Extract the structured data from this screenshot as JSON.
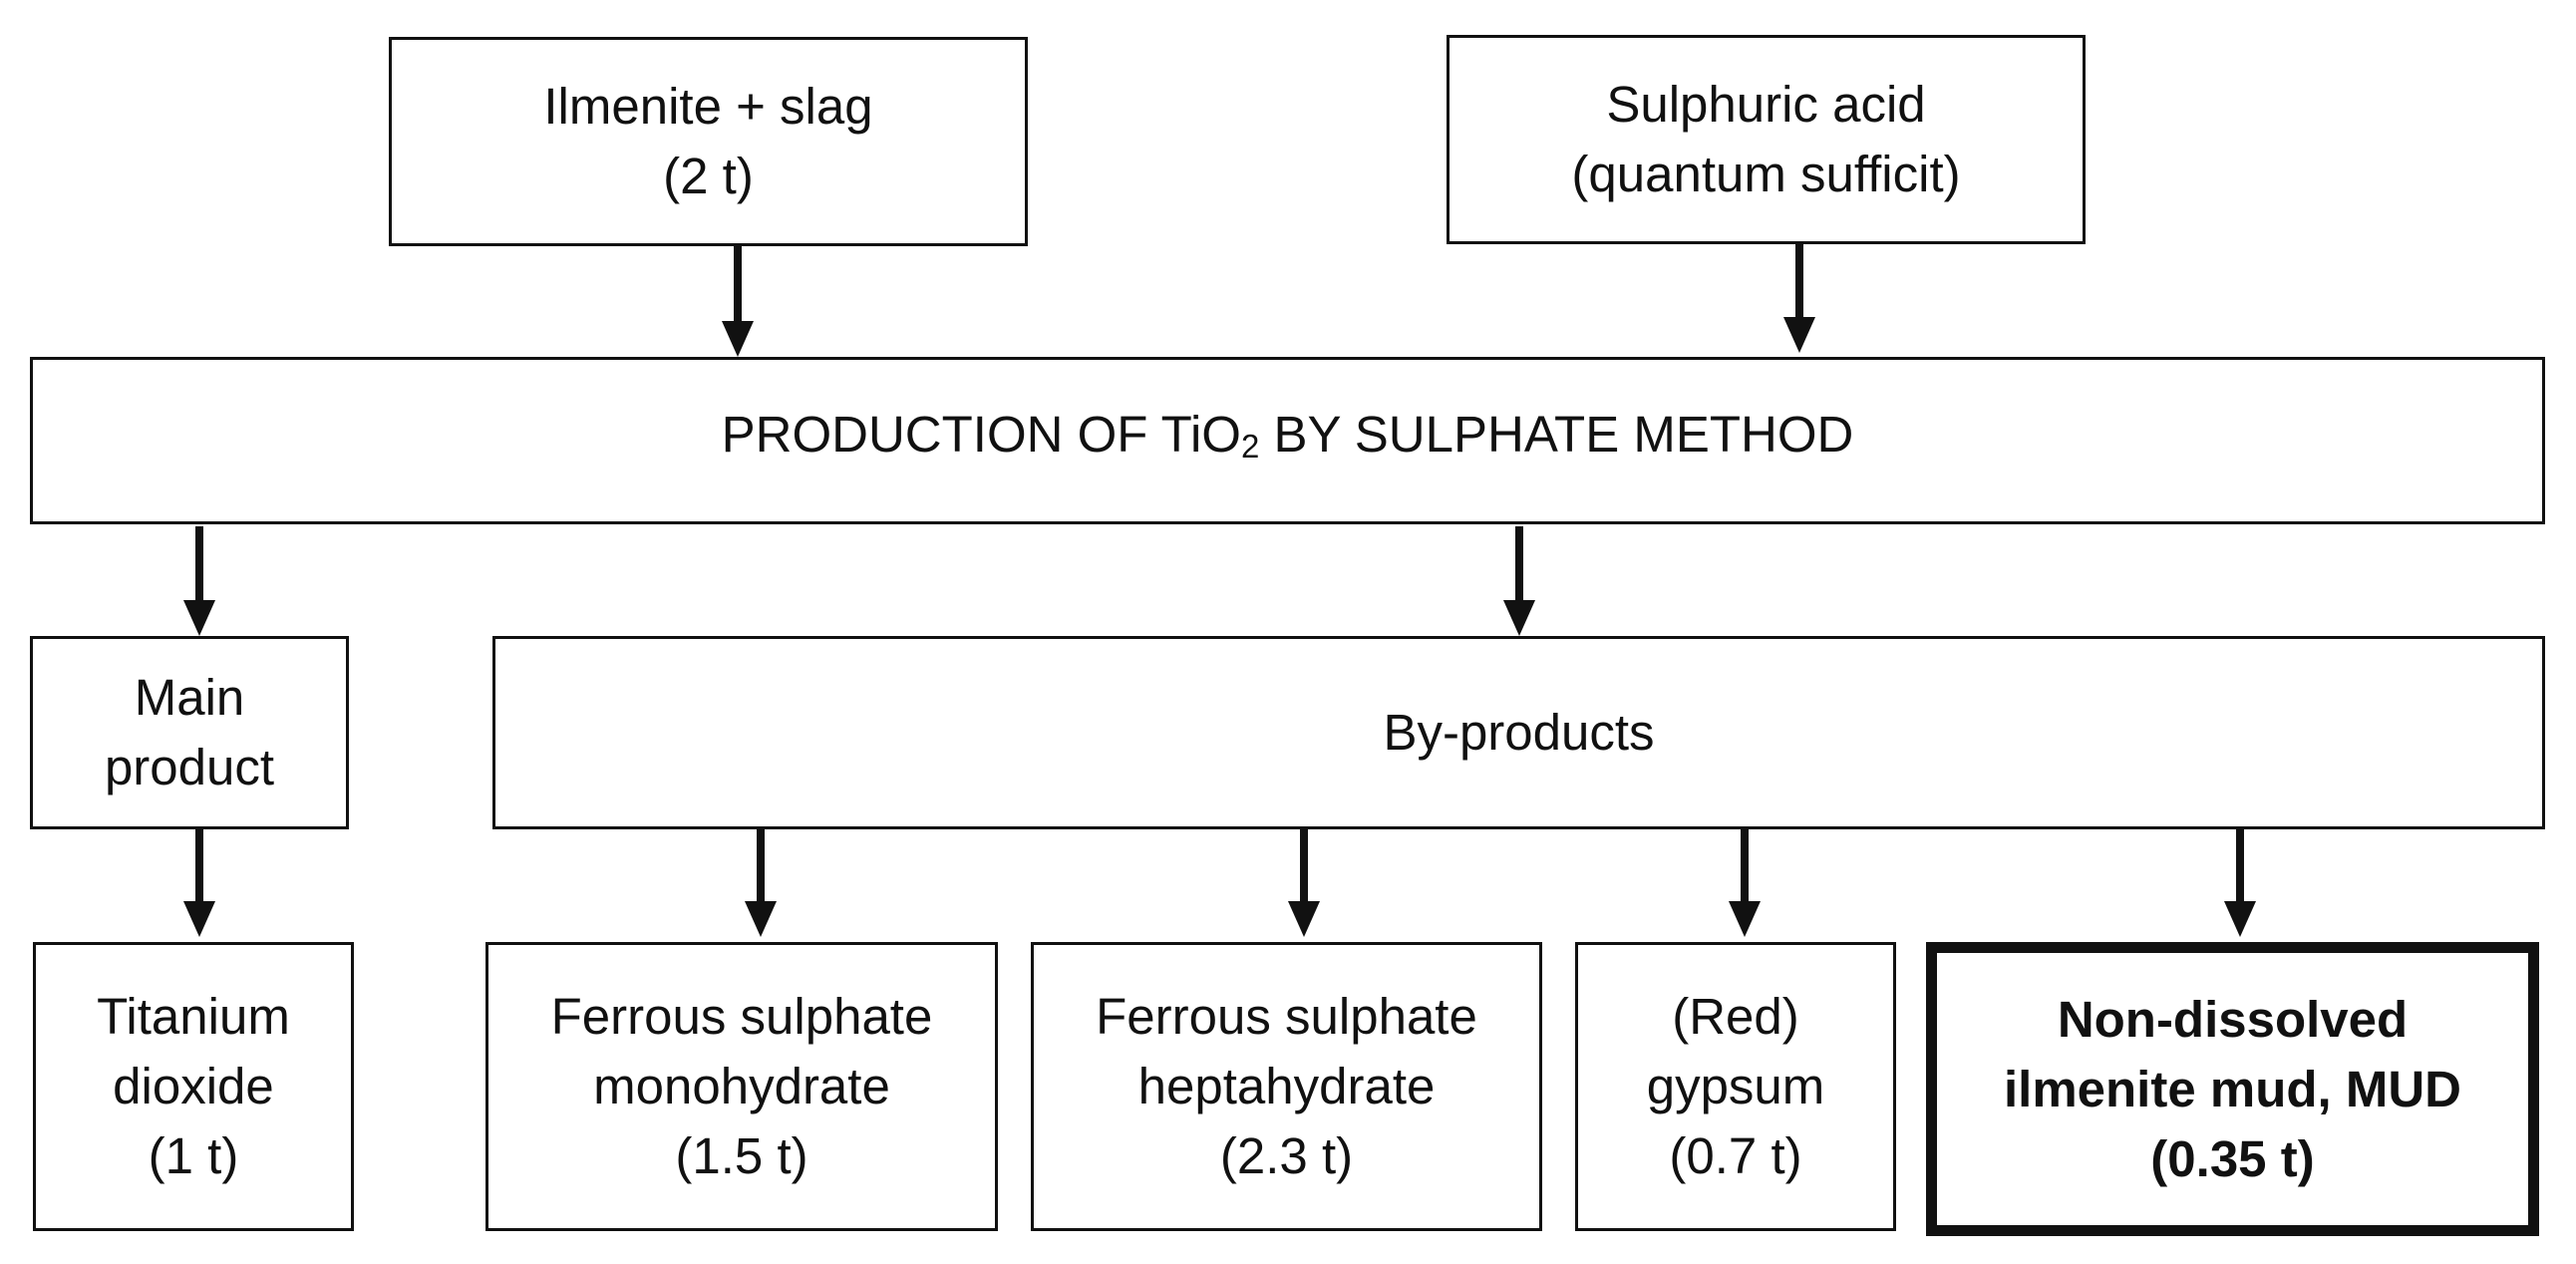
{
  "inputs": {
    "ore": {
      "line1": "Ilmenite + slag",
      "line2": "(2 t)"
    },
    "acid": {
      "line1": "Sulphuric acid",
      "line2": "(quantum sufficit)"
    }
  },
  "process": {
    "prefix": "PRODUCTION OF TiO",
    "subscript": "2",
    "suffix": " BY SULPHATE METHOD"
  },
  "categories": {
    "main": {
      "line1": "Main",
      "line2": "product"
    },
    "byproducts": {
      "label": "By-products"
    }
  },
  "outputs": {
    "titanium_dioxide": {
      "line1": "Titanium",
      "line2": "dioxide",
      "line3": "(1 t)"
    },
    "monohydrate": {
      "line1": "Ferrous sulphate",
      "line2": "monohydrate",
      "line3": "(1.5 t)"
    },
    "heptahydrate": {
      "line1": "Ferrous sulphate",
      "line2": "heptahydrate",
      "line3": "(2.3 t)"
    },
    "gypsum": {
      "line1": "(Red)",
      "line2": "gypsum",
      "line3": "(0.7 t)"
    },
    "mud": {
      "line1": "Non-dissolved",
      "line2": "ilmenite mud, MUD",
      "line3": "(0.35 t)"
    }
  },
  "colors": {
    "line": "#111111",
    "background": "#ffffff"
  }
}
